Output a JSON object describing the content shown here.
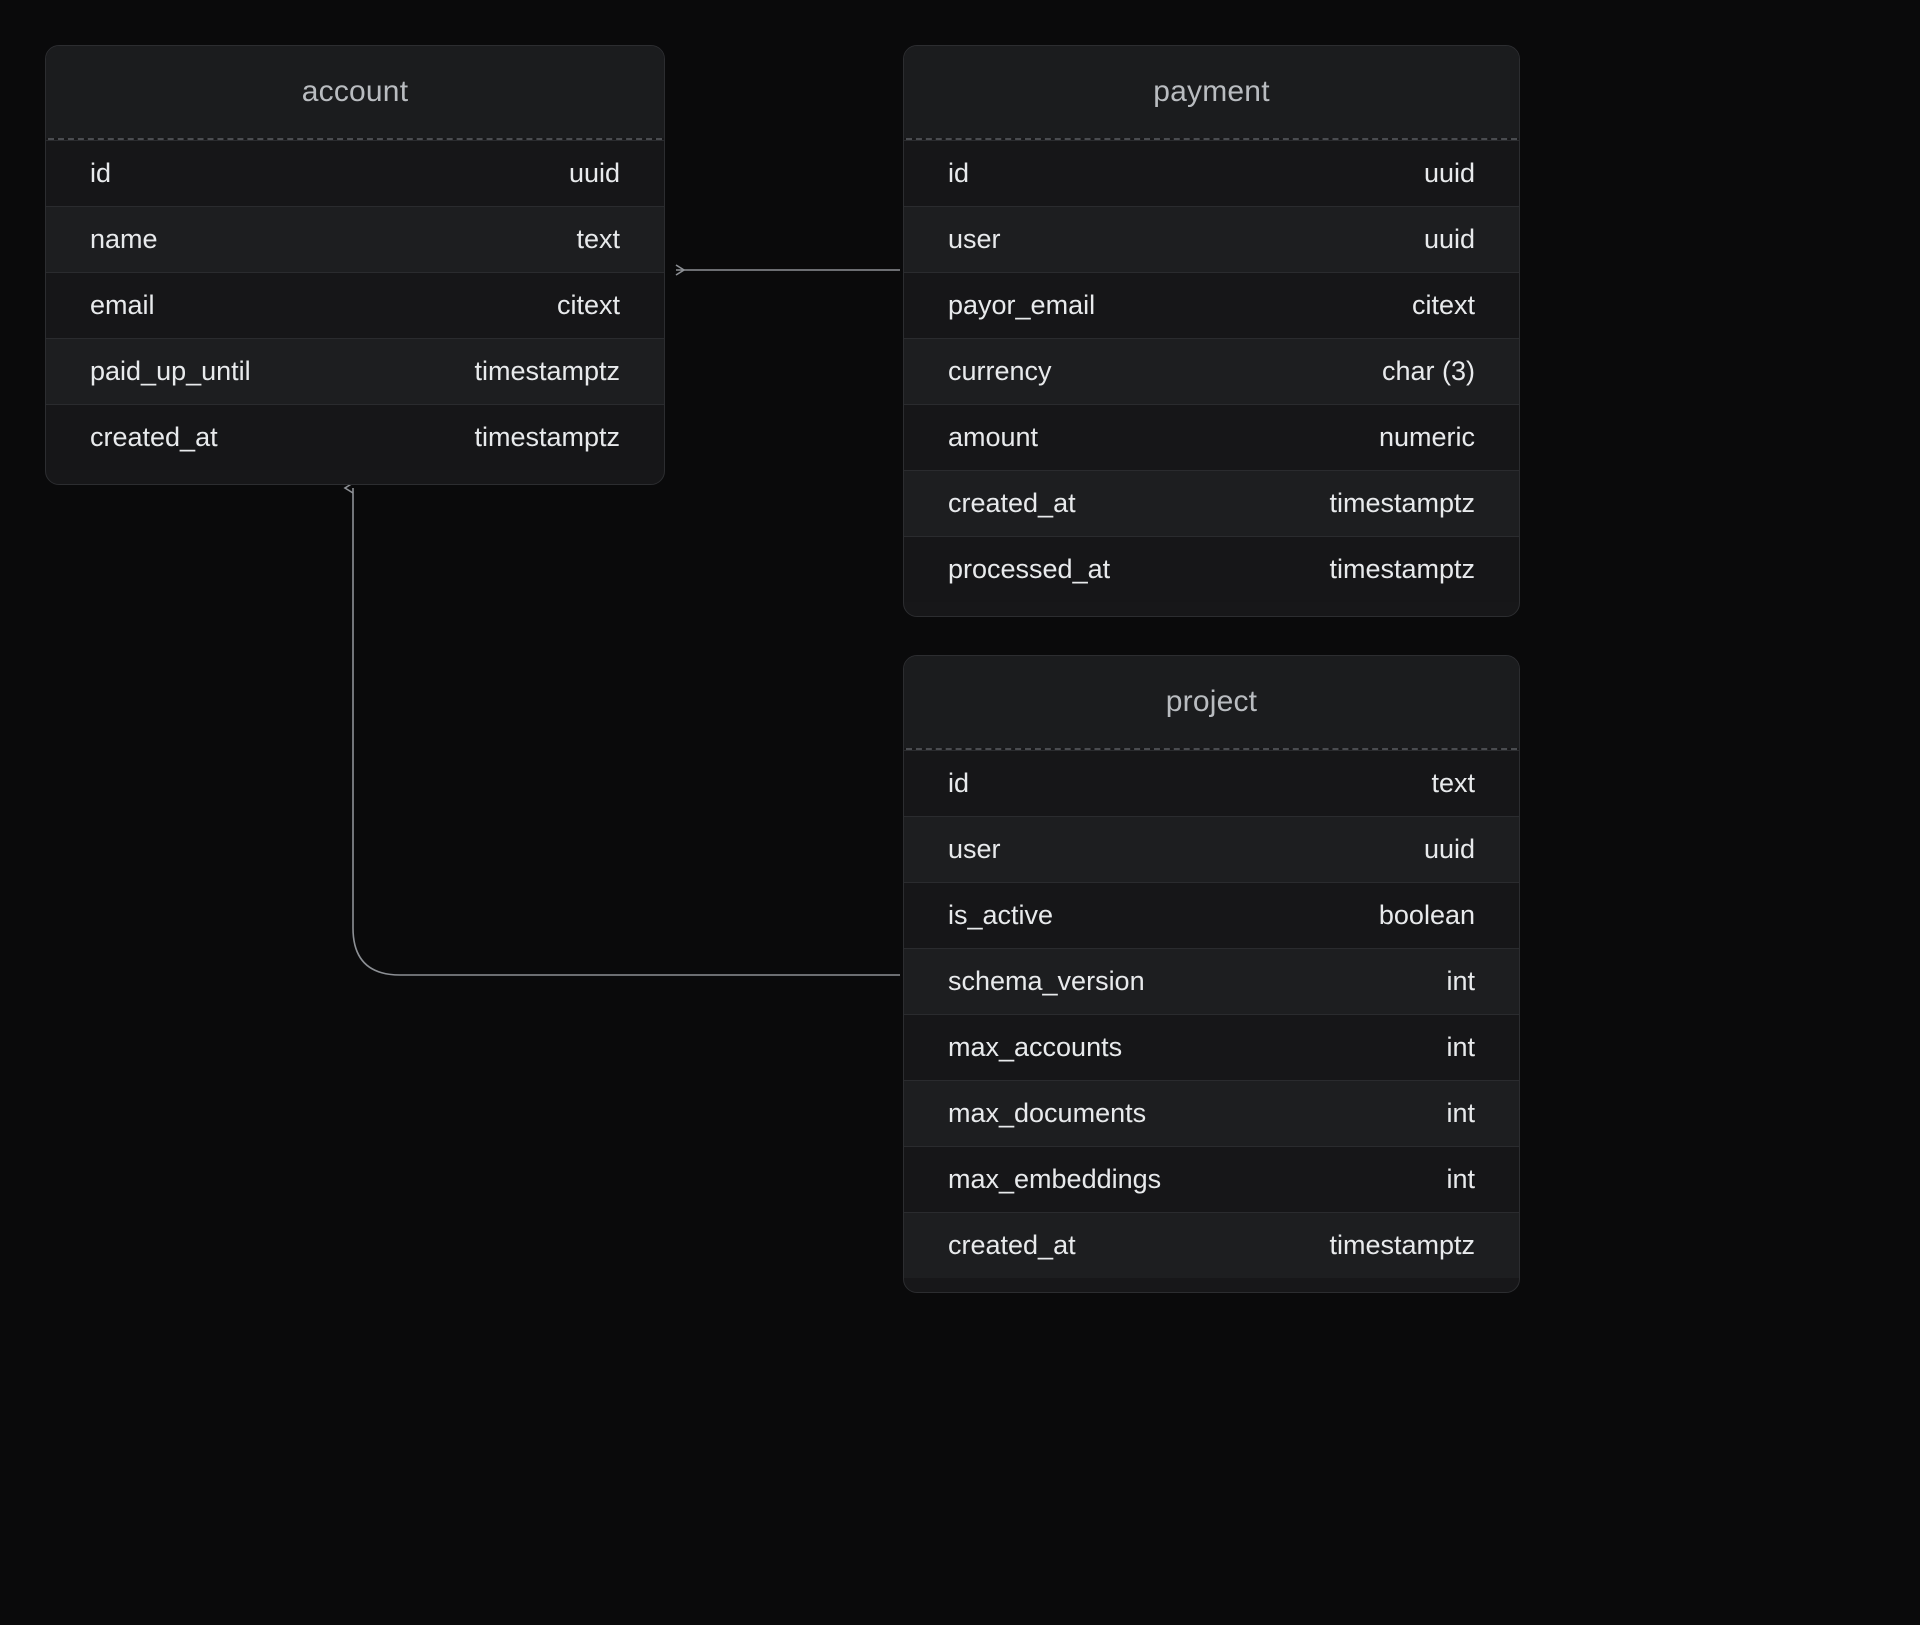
{
  "diagram": {
    "kind": "entity-relationship-diagram",
    "background_color": "#0a0a0b",
    "card_color": "#171719",
    "border_color": "#2c2d30",
    "text_color": "#e8eaec",
    "title_color": "#b9bcc0",
    "edge_color": "#8d9095"
  },
  "tables": [
    {
      "name": "account",
      "fields": [
        {
          "name": "id",
          "type": "uuid"
        },
        {
          "name": "name",
          "type": "text"
        },
        {
          "name": "email",
          "type": "citext"
        },
        {
          "name": "paid_up_until",
          "type": "timestamptz"
        },
        {
          "name": "created_at",
          "type": "timestamptz"
        }
      ]
    },
    {
      "name": "payment",
      "fields": [
        {
          "name": "id",
          "type": "uuid"
        },
        {
          "name": "user",
          "type": "uuid"
        },
        {
          "name": "payor_email",
          "type": "citext"
        },
        {
          "name": "currency",
          "type": "char (3)"
        },
        {
          "name": "amount",
          "type": "numeric"
        },
        {
          "name": "created_at",
          "type": "timestamptz"
        },
        {
          "name": "processed_at",
          "type": "timestamptz"
        }
      ]
    },
    {
      "name": "project",
      "fields": [
        {
          "name": "id",
          "type": "text"
        },
        {
          "name": "user",
          "type": "uuid"
        },
        {
          "name": "is_active",
          "type": "boolean"
        },
        {
          "name": "schema_version",
          "type": "int"
        },
        {
          "name": "max_accounts",
          "type": "int"
        },
        {
          "name": "max_documents",
          "type": "int"
        },
        {
          "name": "max_embeddings",
          "type": "int"
        },
        {
          "name": "created_at",
          "type": "timestamptz"
        }
      ]
    }
  ],
  "relations": [
    {
      "from": "payment.user",
      "to": "account.id",
      "style": "straight-arrow"
    },
    {
      "from": "project.user",
      "to": "account.id",
      "style": "elbow-arrow"
    }
  ]
}
